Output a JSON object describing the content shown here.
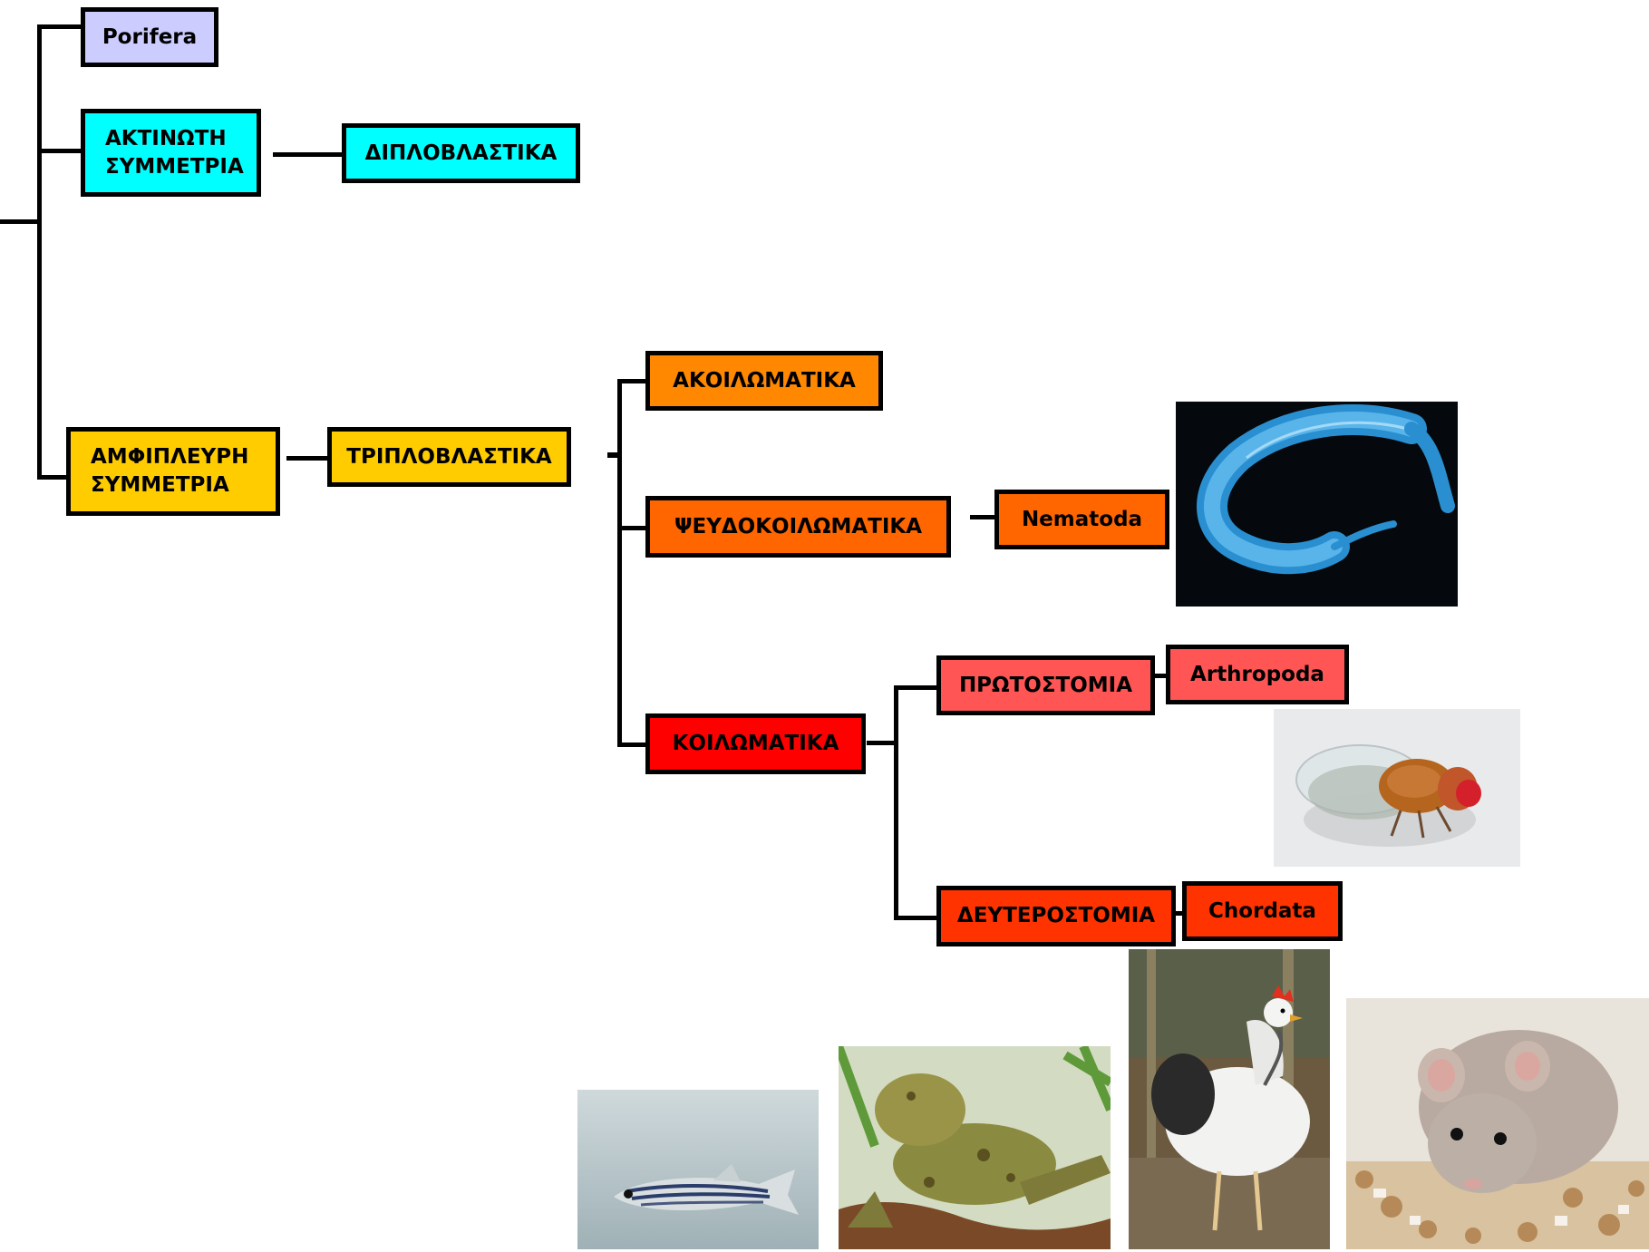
{
  "colors": {
    "porifera": "#ccccff",
    "radial": "#00ffff",
    "bilateral": "#ffcc00",
    "coelom_group": "#ff6600",
    "acoelomate": "#ff8800",
    "coelomate": "#ff0000",
    "protostomia": "#ff5555",
    "deuterostomia": "#ff3300"
  },
  "tree": {
    "porifera": "Porifera",
    "radial_symmetry": "ΑΚΤΙΝΩΤΗ\nΣΥΜΜΕΤΡΙΑ",
    "diploblastic": "ΔΙΠΛΟΒΛΑΣΤΙΚΑ",
    "bilateral_symmetry": "ΑΜΦΙΠΛΕΥΡΗ\nΣΥΜΜΕΤΡΙΑ",
    "triploblastic": "ΤΡΙΠΛΟΒΛΑΣΤΙΚΑ",
    "acoelomate": "ΑΚΟΙΛΩΜΑΤΙΚΑ",
    "pseudocoelomate": "ΨΕΥΔΟΚΟΙΛΩΜΑΤΙΚΑ",
    "nematoda": "Nematoda",
    "coelomate": "ΚΟΙΛΩΜΑΤΙΚΑ",
    "protostomia": "ΠΡΩΤΟΣΤΟΜΙΑ",
    "arthropoda": "Arthropoda",
    "deuterostomia": "ΔΕΥΤΕΡΟΣΤΟΜΙΑ",
    "chordata": "Chordata"
  },
  "photos": [
    "nematode-photo",
    "fruit-fly-photo",
    "zebrafish-photo",
    "frog-photo",
    "chicken-photo",
    "mouse-photo"
  ]
}
